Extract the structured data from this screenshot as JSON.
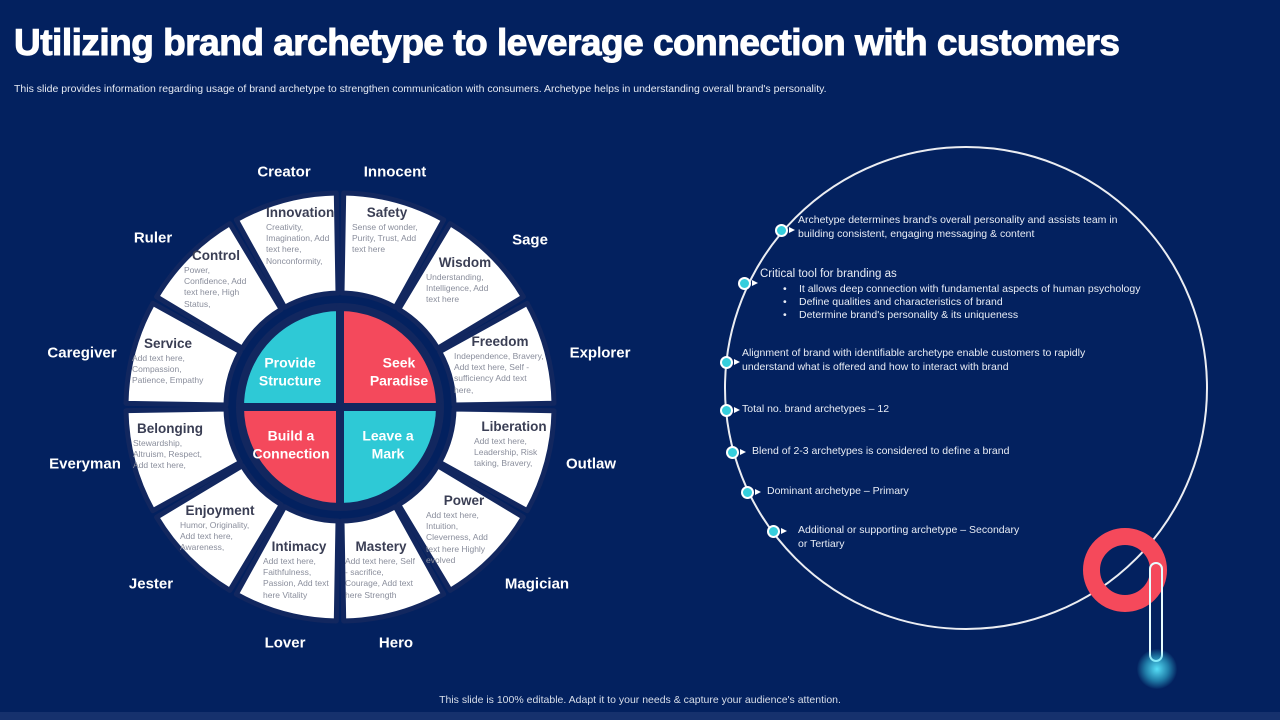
{
  "slide": {
    "title": "Utilizing brand archetype to leverage connection with customers",
    "subtitle": "This slide provides information regarding usage of brand archetype to strengthen communication with consumers. Archetype helps in understanding overall brand's personality.",
    "footer": "This slide is 100% editable. Adapt it to your needs & capture your audience's attention."
  },
  "colors": {
    "background": "#03215F",
    "wheel_gap": "#12275F",
    "wedge_fill": "#FFFFFF",
    "accent_red": "#F4495C",
    "accent_cyan": "#2EC9D6",
    "dot_teal": "#35CEDC",
    "ring_red": "#F5495B"
  },
  "wheel": {
    "quadrants": [
      {
        "label": "Provide Structure",
        "color": "#2EC9D6"
      },
      {
        "label": "Seek Paradise",
        "color": "#F4495C"
      },
      {
        "label": "Build a Connection",
        "color": "#F4495C"
      },
      {
        "label": "Leave a Mark",
        "color": "#2EC9D6"
      }
    ],
    "segments": [
      {
        "archetype": "Creator",
        "value": "Innovation",
        "traits": "Creativity, Imagination, Add text here, Nonconformity,"
      },
      {
        "archetype": "Innocent",
        "value": "Safety",
        "traits": "Sense of wonder, Purity, Trust, Add text here"
      },
      {
        "archetype": "Ruler",
        "value": "Control",
        "traits": "Power, Confidence, Add text here, High Status,"
      },
      {
        "archetype": "Sage",
        "value": "Wisdom",
        "traits": "Understanding, Intelligence, Add text here"
      },
      {
        "archetype": "Caregiver",
        "value": "Service",
        "traits": "Add text here, Compassion, Patience, Empathy"
      },
      {
        "archetype": "Explorer",
        "value": "Freedom",
        "traits": "Independence, Bravery, Add text here, Self - sufficiency Add text here,"
      },
      {
        "archetype": "Everyman",
        "value": "Belonging",
        "traits": "Stewardship, Altruism, Respect, Add text here,"
      },
      {
        "archetype": "Outlaw",
        "value": "Liberation",
        "traits": "Add text here, Leadership, Risk taking, Bravery,"
      },
      {
        "archetype": "Jester",
        "value": "Enjoyment",
        "traits": "Humor, Originality, Add text here, Awareness,"
      },
      {
        "archetype": "Magician",
        "value": "Power",
        "traits": "Add text here, Intuition, Cleverness, Add text here Highly evolved"
      },
      {
        "archetype": "Lover",
        "value": "Intimacy",
        "traits": "Add text here, Faithfulness, Passion, Add text here Vitality"
      },
      {
        "archetype": "Hero",
        "value": "Mastery",
        "traits": "Add text here, Self - sacrifice, Courage, Add text here Strength"
      }
    ]
  },
  "bullets": [
    {
      "text": "Archetype determines brand's overall personality and assists team in building consistent, engaging messaging & content"
    },
    {
      "text": "Critical tool for branding as",
      "sub": [
        "It allows deep connection with fundamental aspects of human psychology",
        "Define qualities and characteristics of brand",
        "Determine brand's personality & its uniqueness"
      ]
    },
    {
      "text": "Alignment of brand with identifiable archetype enable customers to rapidly understand what is offered and how to interact with brand"
    },
    {
      "text": "Total no. brand archetypes – 12"
    },
    {
      "text": "Blend of 2-3 archetypes is considered to define a brand"
    },
    {
      "text": "Dominant archetype – Primary"
    },
    {
      "text": "Additional or supporting archetype – Secondary or Tertiary"
    }
  ]
}
